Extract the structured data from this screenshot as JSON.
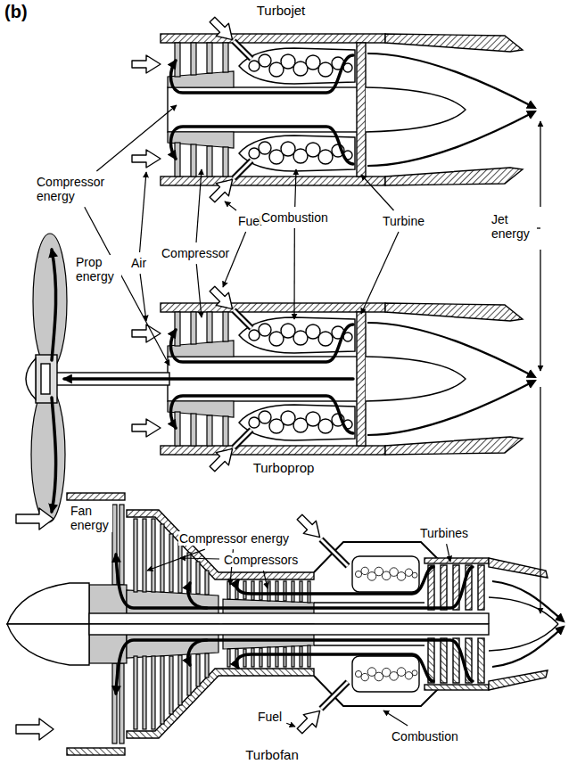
{
  "diagram": {
    "labels": [
      "(b)",
      "Turbojet",
      "Compressor energy",
      "Air",
      "Fuel",
      "Compressor",
      "Combustion",
      "Turbine",
      "Jet energy",
      "Prop energy",
      "Turboprop",
      "Fan energy",
      "Compressor energy",
      "Compressors",
      "Turbines",
      "Fuel",
      "Combustion",
      "Turbofan"
    ]
  }
}
